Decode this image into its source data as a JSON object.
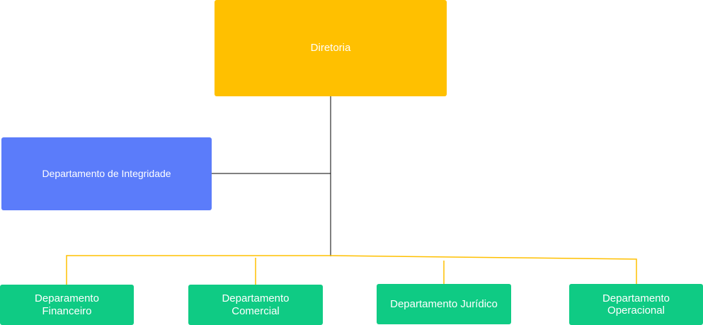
{
  "colors": {
    "top": "#ffc000",
    "side": "#5b7cfa",
    "dept": "#0fcb84",
    "line_main": "#000000",
    "line_branch": "#ffc000"
  },
  "nodes": {
    "diretoria": "Diretoria",
    "integridade": "Departamento de Integridade",
    "financeiro": "Deparamento\nFinanceiro",
    "comercial": "Departamento\nComercial",
    "juridico": "Departamento Jurídico",
    "operacional": "Departamento\nOperacional"
  }
}
